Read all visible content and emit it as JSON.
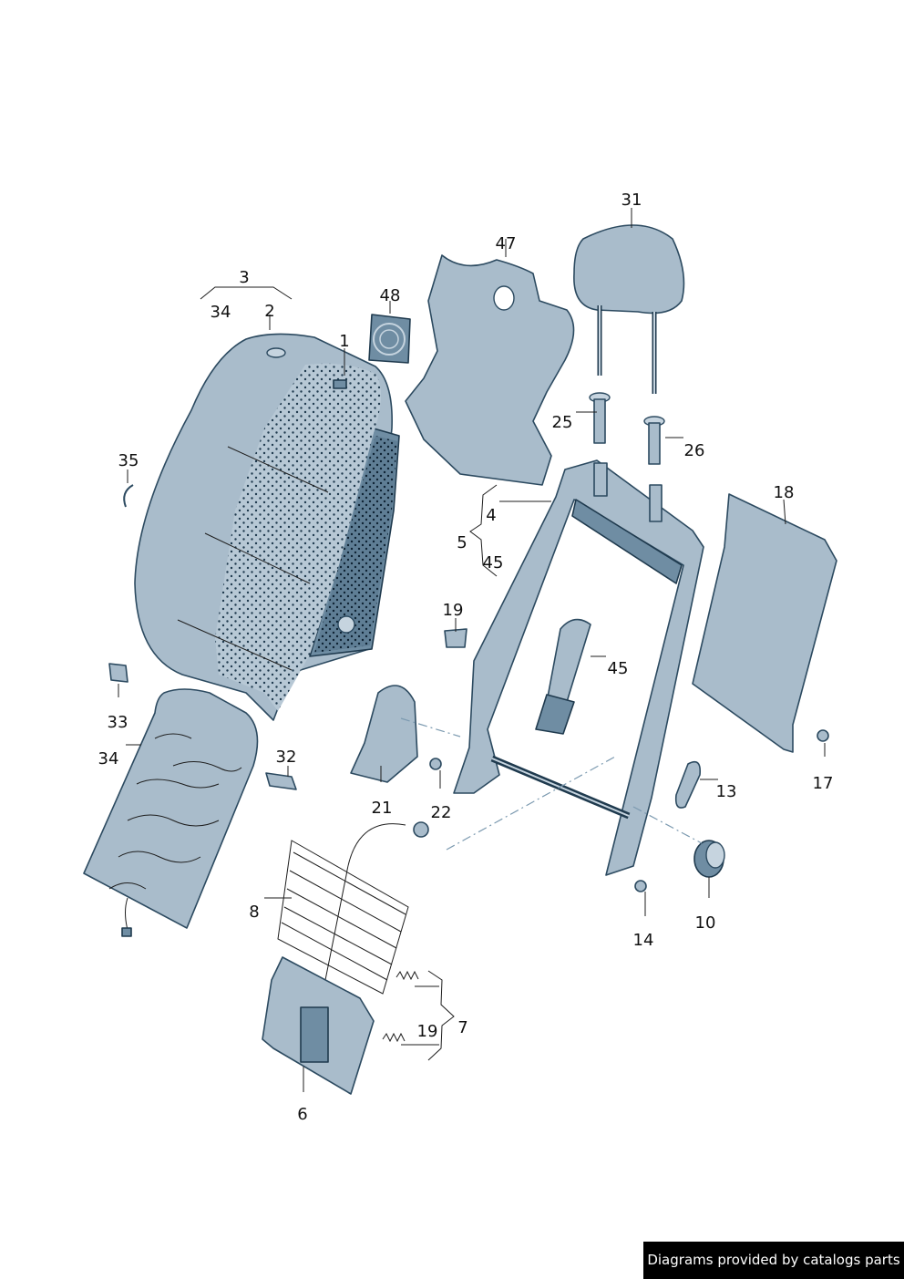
{
  "callouts": {
    "c1": "1",
    "c2": "2",
    "c3": "3",
    "c4": "4",
    "c5": "5",
    "c6": "6",
    "c7": "7",
    "c8": "8",
    "c10": "10",
    "c13": "13",
    "c14": "14",
    "c17": "17",
    "c18": "18",
    "c19a": "19",
    "c19b": "19",
    "c21": "21",
    "c22": "22",
    "c25": "25",
    "c26": "26",
    "c31": "31",
    "c32": "32",
    "c33": "33",
    "c34a": "34",
    "c34b": "34",
    "c35": "35",
    "c45a": "45",
    "c45b": "45",
    "c47": "47",
    "c48": "48"
  },
  "footer": {
    "text": "Diagrams provided by catalogs parts"
  },
  "colors": {
    "part": "#a9bccb",
    "part_dark": "#6f8da3",
    "outline": "#2c4a60",
    "dashline": "#7c9ab0"
  }
}
